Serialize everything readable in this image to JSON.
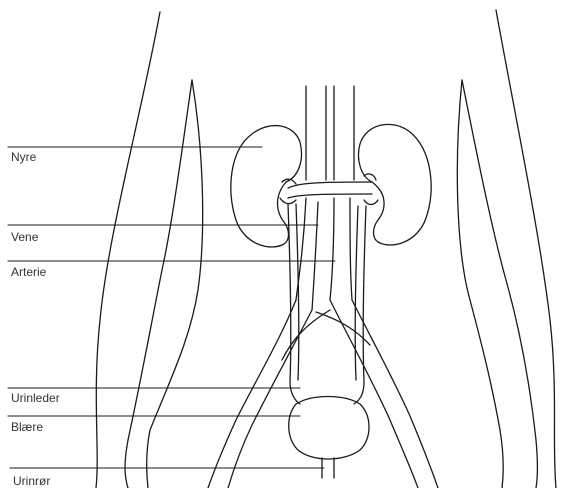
{
  "labels": {
    "nyre": "Nyre",
    "vene": "Vene",
    "arterie": "Arterie",
    "urinleder": "Urinleder",
    "blaere": "Blære",
    "urinror": "Urinrør"
  },
  "colors": {
    "stroke": "#1a1a1a",
    "background": "#ffffff"
  }
}
